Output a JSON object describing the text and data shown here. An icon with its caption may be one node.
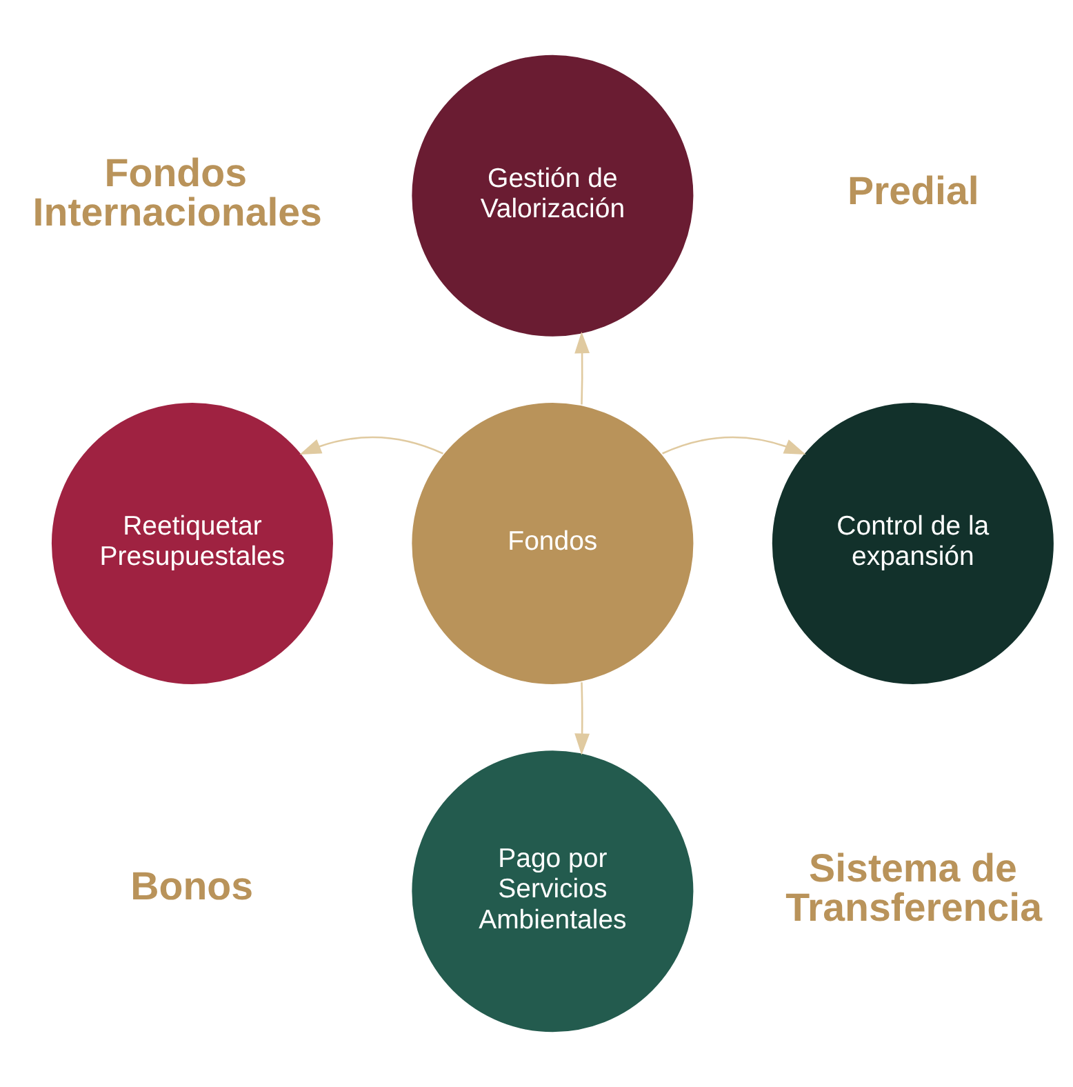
{
  "diagram": {
    "nodes": [
      {
        "text": [
          "Fondos"
        ]
      },
      {
        "text": [
          "Gestión de Valorización"
        ]
      },
      {
        "text": [
          "Reetiquetar Presupuestales"
        ]
      },
      {
        "text": [
          "Control de la expansión"
        ]
      },
      {
        "text": [
          "Pago por Servicios Ambientales"
        ]
      }
    ],
    "edges": [
      {
        "from": 0,
        "to": 1,
        "arrow": "to"
      },
      {
        "from": 0,
        "to": 2,
        "arrow": "to"
      },
      {
        "from": 0,
        "to": 3,
        "arrow": "to"
      },
      {
        "from": 0,
        "to": 4,
        "arrow": "to"
      }
    ],
    "labels": [
      "Fondos Internacionales",
      "Predial",
      "Bonos",
      "Sistema de Transferencia"
    ]
  }
}
